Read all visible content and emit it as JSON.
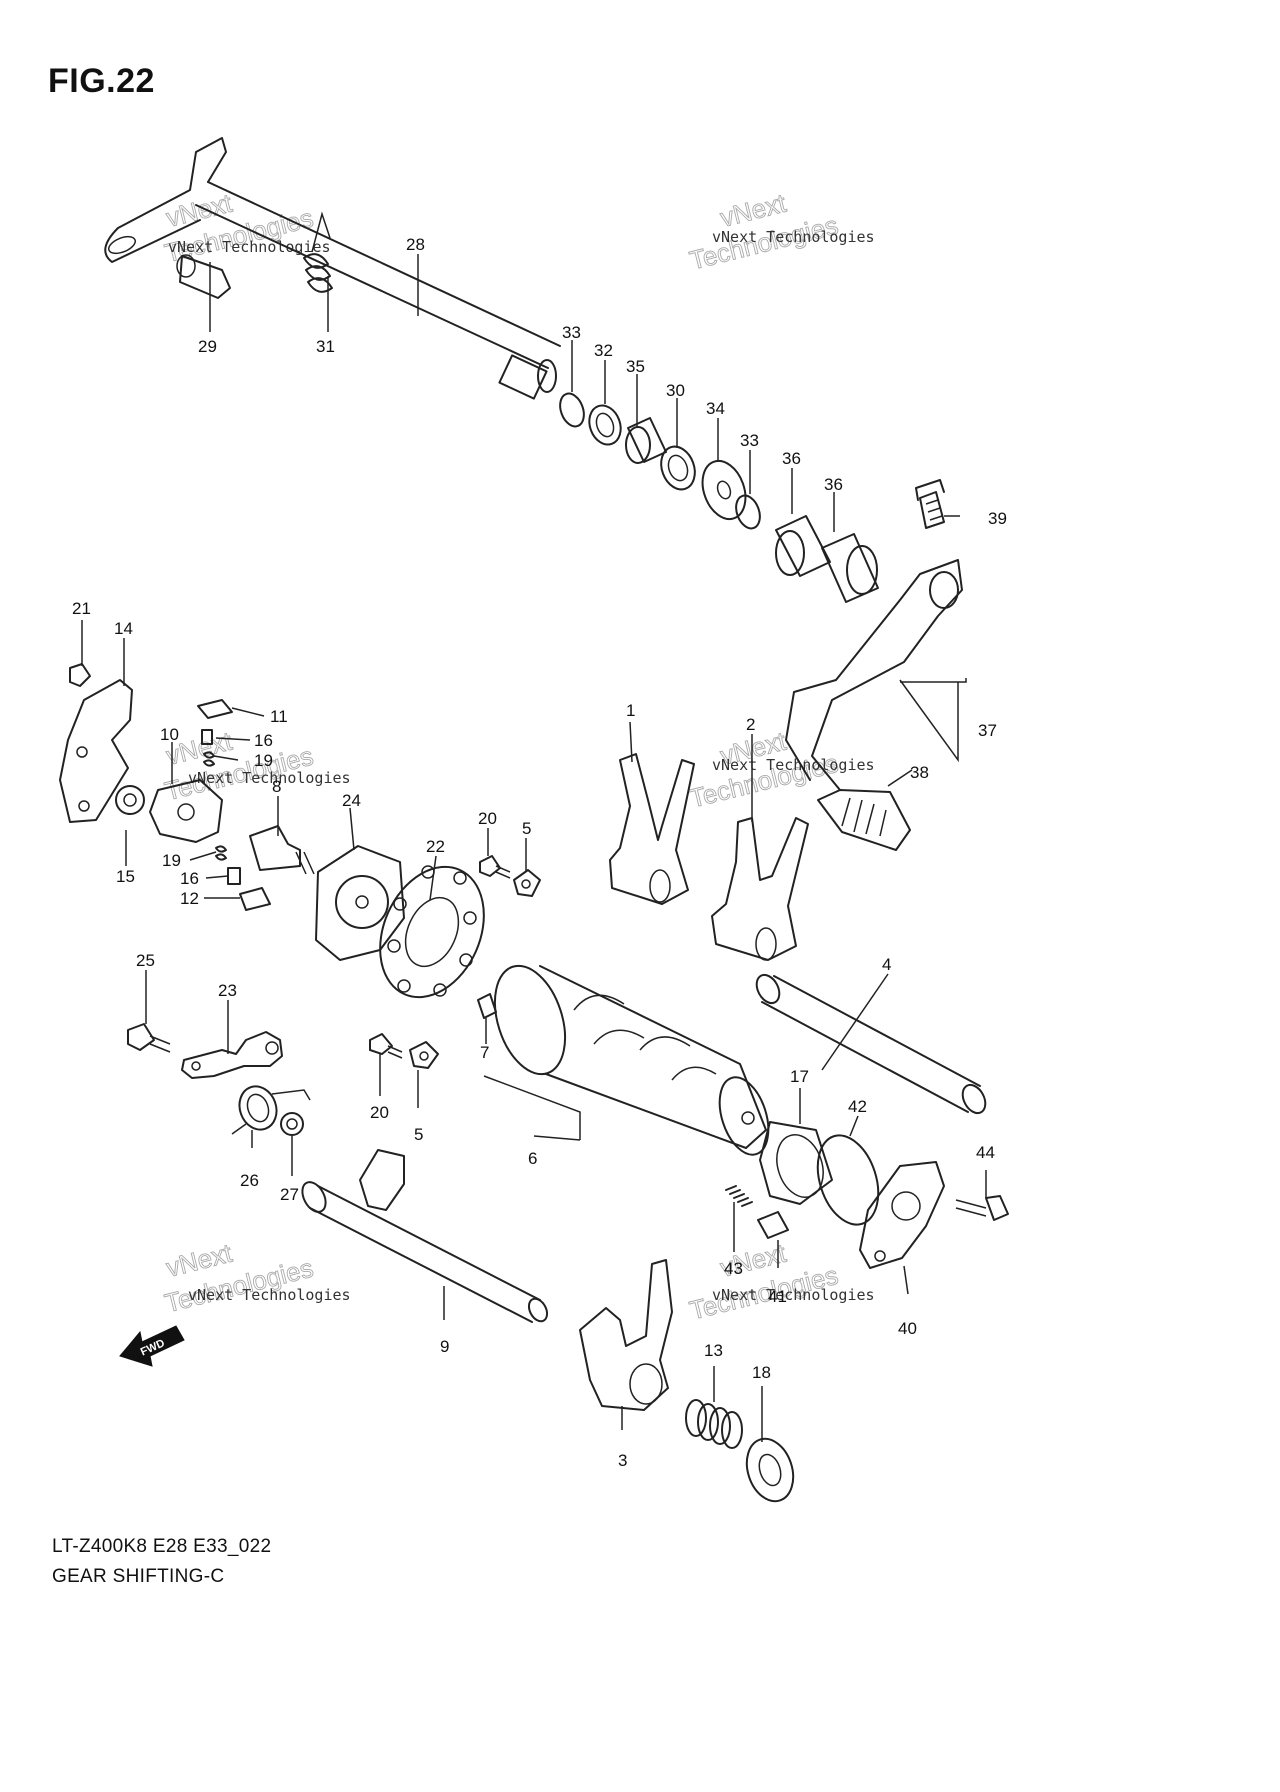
{
  "figure": {
    "title": "FIG.22"
  },
  "footer": {
    "model_code": "LT-Z400K8 E28 E33_022",
    "section_name": "GEAR SHIFTING-C"
  },
  "fwd_label": "FWD",
  "watermark": {
    "company": "vNext Technologies",
    "line1": "vNext",
    "line2": "Technologies"
  },
  "callouts": {
    "c1": "1",
    "c2": "2",
    "c3": "3",
    "c4": "4",
    "c5a": "5",
    "c5b": "5",
    "c6": "6",
    "c7": "7",
    "c8": "8",
    "c9": "9",
    "c10": "10",
    "c11": "11",
    "c12": "12",
    "c13": "13",
    "c14": "14",
    "c15": "15",
    "c16a": "16",
    "c16b": "16",
    "c17": "17",
    "c18": "18",
    "c19a": "19",
    "c19b": "19",
    "c20a": "20",
    "c20b": "20",
    "c21": "21",
    "c22": "22",
    "c23": "23",
    "c24": "24",
    "c25": "25",
    "c26": "26",
    "c27": "27",
    "c28": "28",
    "c29": "29",
    "c30": "30",
    "c31": "31",
    "c32": "32",
    "c33a": "33",
    "c33b": "33",
    "c34": "34",
    "c35": "35",
    "c36a": "36",
    "c36b": "36",
    "c37": "37",
    "c38": "38",
    "c39": "39",
    "c40": "40",
    "c41": "41",
    "c42": "42",
    "c43": "43",
    "c44": "44"
  }
}
